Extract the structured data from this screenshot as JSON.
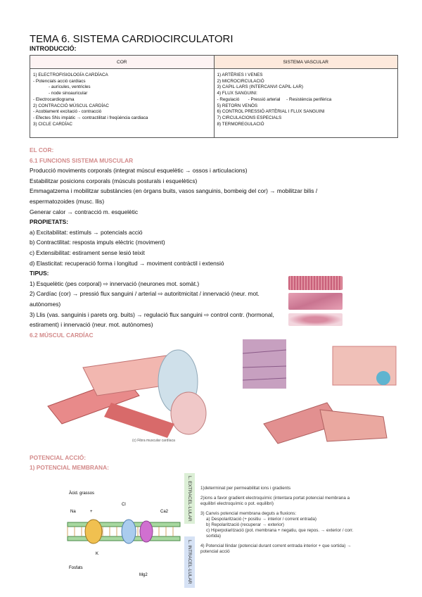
{
  "title": "TEMA 6. SISTEMA CARDIOCIRCULATORI",
  "intro": "INTRODUCCIÓ:",
  "table": {
    "headers": [
      "COR",
      "SISTEMA VASCULAR"
    ],
    "left": [
      "1) ELECTROFISIOLOGÍA CARDÍACA",
      "- Potencials acció cardiacs",
      "- aurícules, ventricles",
      "- node sinoauricular",
      "- Electrocardiograma",
      "2) CONTRACCIÓ MÚSCUL CARDÍAC",
      "- Acoblament excitació - contracció",
      "- Efectes SNs impàtic → contractilitat i freqüència cardiaca",
      "3) CICLE CARDÍAC"
    ],
    "right": [
      "1) ARTÈRIES I VENES",
      "2) MICROCIRCULACIÓ",
      "3) CAPIL·LARS (INTERCANVI CAPIL·LAR)",
      "4) FLUX SANGUINI:",
      "- Regulació       - Pressió arterial     - Resistència perifèrica",
      "5) RETORN VENÓS",
      "6) CONTROL PRESSIÓ ARTÈRIAL I FLUX SANGUINI",
      "7) CIRCULACIONS ESPECIALS",
      "8) TERMOREGULACIÓ"
    ]
  },
  "body": {
    "el_cor": "EL COR:",
    "s61": "6.1 FUNCIONS SISTEMA MUSCULAR",
    "l1": "Producció moviments corporals (integrat múscul esquelètic → ossos i articulacions)",
    "l2": "Estabilitzar posicions corporals (músculs posturals i esquelètics)",
    "l3": "Emmagatzema i mobilitzar substàncies (en òrgans buits, vasos sanguinis, bombeig del cor) → mobilitzar bilis /",
    "l4": "espermatozoides (musc. llis)",
    "l5": "Generar calor → contracció m. esquelètic",
    "prop": "PROPIETATS:",
    "pa": "a) Excitabilitat: estímuls → potencials acció",
    "pb": "b) Contractilitat: resposta impuls elèctric (moviment)",
    "pc": "c) Extensibilitat: estirament sense lesió teixit",
    "pd": "d) Elasticitat: recuperació forma i longitud → moviment contràctil i extensió",
    "tipus": "TIPUS:",
    "t1": "1) Esquelètic (pes corporal) ⇨ innervació (neurones mot. somàt.)",
    "t2": "2) Cardíac (cor) → pressió flux sanguini / arterial ⇨ autoritmicitat / innervació (neur. mot.",
    "t2b": "autònomes)",
    "t3": "3) Llis (vas. sanguinis i parets org. buits) → regulació flux sanguini ⇨ control contr. (hormonal,",
    "t3b": "estirament) i innervació (neur. mot. autònomes)",
    "s62": "6.2 MÚSCUL CARDÍAC",
    "pot": "POTENCIAL ACCIÓ:",
    "pm": "1) POTENCIAL MEMBRANA:"
  },
  "diagram": {
    "ions": [
      "Àcid. grassos",
      "Cl",
      "Na",
      "+",
      "Ca2",
      "K",
      "Fosfats",
      "Mg2"
    ],
    "ext": "L. EXTRACEL·LULAR",
    "int": "L. INTRACEL·LULAR"
  },
  "potencial": [
    "1)determinat per permeabilitat ions i gradients",
    "2)ions a favor gradient electroquímic (intentara portat potencial membrana a equilibri electroquímic o pot. equilibri)",
    "3) Canvis potencial membrana deguts a fluxions:",
    "a) Despolarització (+ positiu → interior / corrent entrada)",
    "b) Repolarització (recuperar → exterior)",
    "c) Hiperpolarització (pot. membrana + negatiu, que repos. → exterior / corr. sortida)",
    "4) Potencial llindar (potencial durant corrent entrada interior + que sortida) → potencial acció"
  ],
  "colors": {
    "accent": "#d38a8a",
    "muscle": "#d97a80",
    "ext": "#dcefd6",
    "int": "#d6e2f5"
  }
}
